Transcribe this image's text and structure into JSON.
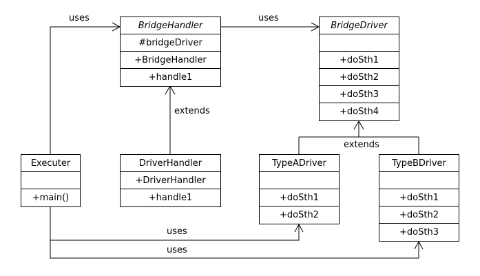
{
  "classes": {
    "bridge_handler": {
      "name": "BridgeHandler",
      "members": [
        "#bridgeDriver",
        "+BridgeHandler",
        "+handle1"
      ]
    },
    "bridge_driver": {
      "name": "BridgeDriver",
      "members": [
        "",
        "+doSth1",
        "+doSth2",
        "+doSth3",
        "+doSth4"
      ]
    },
    "executer": {
      "name": "Executer",
      "members": [
        "",
        "+main()"
      ]
    },
    "driver_handler": {
      "name": "DriverHandler",
      "members": [
        "+DriverHandler",
        "+handle1"
      ]
    },
    "type_a_driver": {
      "name": "TypeADriver",
      "members": [
        "",
        "+doSth1",
        "+doSth2"
      ]
    },
    "type_b_driver": {
      "name": "TypeBDriver",
      "members": [
        "",
        "+doSth1",
        "+doSth2",
        "+doSth3"
      ]
    }
  },
  "relations": {
    "executer_to_bridge_handler": "uses",
    "bridge_handler_to_bridge_driver": "uses",
    "driver_handler_extends": "extends",
    "drivers_extend": "extends",
    "executer_to_type_a": "uses",
    "executer_to_type_b": "uses"
  },
  "colors": {
    "line": "#000000",
    "background": "#ffffff"
  }
}
